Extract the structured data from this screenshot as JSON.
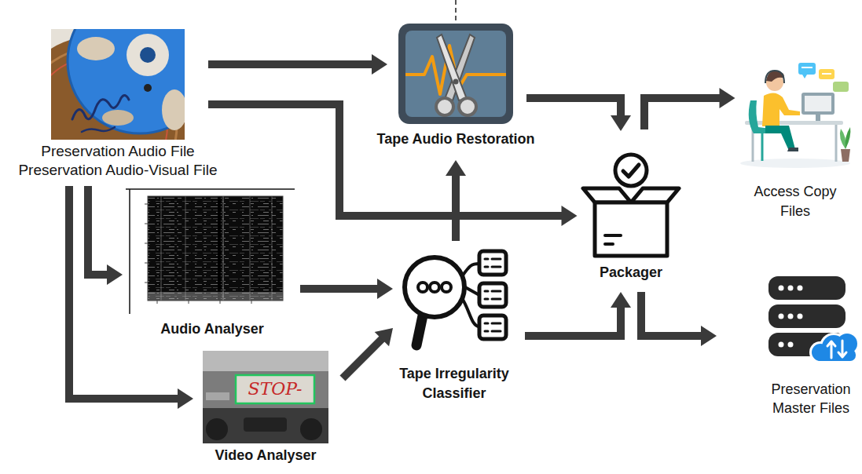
{
  "diagram": {
    "nodes": [
      {
        "text": [
          "Preservation Audio File",
          "Preservation Audio-Visual File"
        ]
      },
      {
        "text": [
          "Tape Audio Restoration"
        ]
      },
      {
        "text": [
          "Audio Analyser"
        ]
      },
      {
        "text": [
          "Video Analyser"
        ]
      },
      {
        "text": [
          "Tape Irregularity Classifier"
        ]
      },
      {
        "text": [
          "Packager"
        ]
      },
      {
        "text": [
          "Access Copy Files"
        ]
      },
      {
        "text": [
          "Preservation Master Files"
        ]
      }
    ],
    "edges": [
      {
        "from": 0,
        "to": 1,
        "arrow": "to"
      },
      {
        "from": 0,
        "to": 5,
        "arrow": "to"
      },
      {
        "from": 0,
        "to": 2,
        "arrow": "to"
      },
      {
        "from": 0,
        "to": 3,
        "arrow": "to"
      },
      {
        "from": 2,
        "to": 4,
        "arrow": "to"
      },
      {
        "from": 3,
        "to": 4,
        "arrow": "to"
      },
      {
        "from": 4,
        "to": 1,
        "arrow": "to"
      },
      {
        "from": 4,
        "to": 5,
        "arrow": "to"
      },
      {
        "from": 1,
        "to": 5,
        "arrow": "to"
      },
      {
        "from": 5,
        "to": 6,
        "arrow": "to"
      },
      {
        "from": 5,
        "to": 7,
        "arrow": "to"
      }
    ],
    "labels": [
      "STOP-"
    ]
  }
}
